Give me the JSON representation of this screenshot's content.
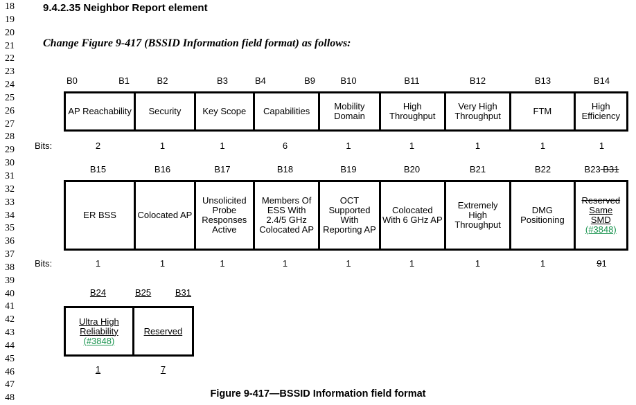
{
  "colors": {
    "ins_green": "#18934e",
    "text": "#000000"
  },
  "page": {
    "heading": "9.4.2.35 Neighbor Report element",
    "change_instruction": "Change Figure 9-417 (BSSID Information field format) as follows:",
    "caption": "Figure 9-417—BSSID Information field format",
    "line_numbers": [
      "18",
      "19",
      "20",
      "21",
      "22",
      "23",
      "24",
      "25",
      "26",
      "27",
      "28",
      "29",
      "30",
      "31",
      "32",
      "33",
      "34",
      "35",
      "36",
      "37",
      "38",
      "39",
      "40",
      "41",
      "42",
      "43",
      "44",
      "45",
      "46",
      "47",
      "48"
    ]
  },
  "figure": {
    "bits_label": "Bits:",
    "row1": {
      "headers": [
        {
          "left": "B0",
          "right": "B1"
        },
        {
          "label": "B2"
        },
        {
          "label": "B3"
        },
        {
          "left": "B4",
          "right": "B9"
        },
        {
          "label": "B10"
        },
        {
          "label": "B11"
        },
        {
          "label": "B12"
        },
        {
          "label": "B13"
        },
        {
          "label": "B14"
        }
      ],
      "fields": [
        "AP Reachability",
        "Security",
        "Key Scope",
        "Capabilities",
        "Mobility Domain",
        "High Throughput",
        "Very High Throughput",
        "FTM",
        "High Efficiency"
      ],
      "bits": [
        "2",
        "1",
        "1",
        "6",
        "1",
        "1",
        "1",
        "1",
        "1"
      ]
    },
    "row2": {
      "headers": [
        {
          "label": "B15"
        },
        {
          "label": "B16"
        },
        {
          "label": "B17"
        },
        {
          "label": "B18"
        },
        {
          "label": "B19"
        },
        {
          "label": "B20"
        },
        {
          "label": "B21"
        },
        {
          "label": "B22"
        },
        {
          "label": "B23",
          "deleted": " B31"
        }
      ],
      "fields": [
        "ER BSS",
        "Colocated AP",
        "Unsolicited Probe Responses Active",
        "Members Of ESS With 2.4/5 GHz Colocated AP",
        "OCT Supported With Reporting AP",
        "Colocated With 6 GHz AP",
        "Extremely High Throughput",
        "DMG Positioning"
      ],
      "field9": {
        "deleted": "Reserved",
        "inserted": [
          "Same",
          "SMD"
        ],
        "change_ref": "(#3848)"
      },
      "bits": [
        "1",
        "1",
        "1",
        "1",
        "1",
        "1",
        "1",
        "1"
      ],
      "bits9": {
        "deleted": "9",
        "inserted": "1"
      }
    },
    "row3": {
      "headers": [
        {
          "label": "B24"
        },
        {
          "left": "B25",
          "right": "B31"
        }
      ],
      "fields": [
        {
          "inserted": "Ultra High Reliability",
          "change_ref": "(#3848)"
        },
        {
          "inserted": "Reserved"
        }
      ],
      "bits": [
        "1",
        "7"
      ]
    }
  }
}
